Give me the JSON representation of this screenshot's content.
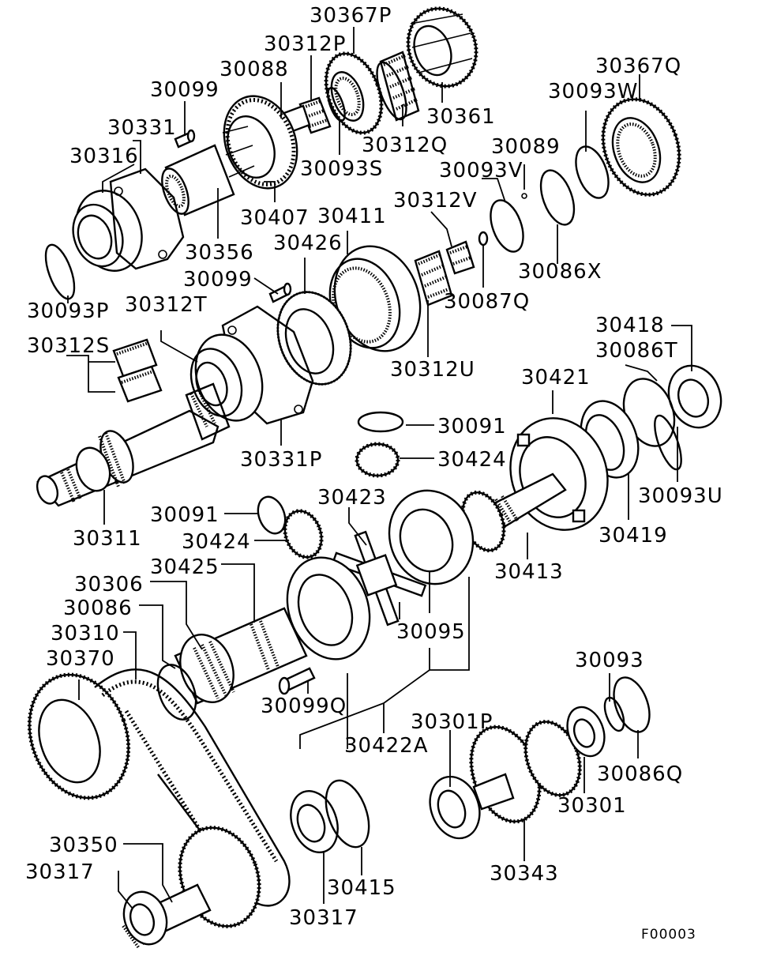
{
  "figure_code": "F00003",
  "labels": {
    "l30367P": "30367P",
    "l30312P": "30312P",
    "l30088": "30088",
    "l30099a": "30099",
    "l30331": "30331",
    "l30316": "30316",
    "l30361": "30361",
    "l30312Q": "30312Q",
    "l30093S": "30093S",
    "l30407": "30407",
    "l30356": "30356",
    "l30367Q": "30367Q",
    "l30093W": "30093W",
    "l30089": "30089",
    "l30093V": "30093V",
    "l30312V": "30312V",
    "l30411": "30411",
    "l30426": "30426",
    "l30086X": "30086X",
    "l30099b": "30099",
    "l30087Q": "30087Q",
    "l30093P": "30093P",
    "l30312T": "30312T",
    "l30312S": "30312S",
    "l30312U": "30312U",
    "l30418": "30418",
    "l30086T": "30086T",
    "l30421": "30421",
    "l30091a": "30091",
    "l30424a": "30424",
    "l30331P": "30331P",
    "l30093U": "30093U",
    "l30311": "30311",
    "l30091b": "30091",
    "l30423": "30423",
    "l30424b": "30424",
    "l30419": "30419",
    "l30413": "30413",
    "l30425": "30425",
    "l30306": "30306",
    "l30086": "30086",
    "l30095": "30095",
    "l30310": "30310",
    "l30370": "30370",
    "l30093": "30093",
    "l30099Q": "30099Q",
    "l30301P": "30301P",
    "l30422A": "30422A",
    "l30086Q": "30086Q",
    "l30301": "30301",
    "l30350": "30350",
    "l30317a": "30317",
    "l30415": "30415",
    "l30343": "30343",
    "l30317b": "30317"
  }
}
